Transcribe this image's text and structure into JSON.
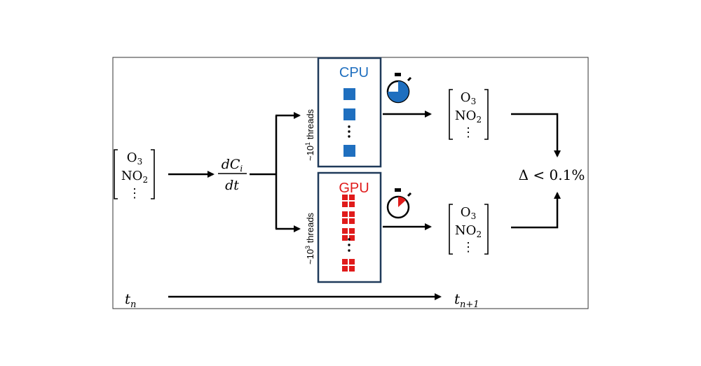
{
  "input_vector": {
    "rows": [
      "O",
      "NO",
      "⋮"
    ],
    "subs": [
      "3",
      "2",
      ""
    ]
  },
  "derivative": {
    "numerator": "dC",
    "numerator_sub": "i",
    "denominator": "dt"
  },
  "cpu": {
    "label": "CPU",
    "threads": "~10",
    "threads_exp": "1",
    "threads_word": " threads",
    "color": "#1f6fbf"
  },
  "gpu": {
    "label": "GPU",
    "threads": "~10",
    "threads_exp": "3",
    "threads_word": " threads",
    "color": "#e01b1b"
  },
  "cpu_output_vector": {
    "rows": [
      "O",
      "NO",
      "⋮"
    ],
    "subs": [
      "3",
      "2",
      ""
    ]
  },
  "gpu_output_vector": {
    "rows": [
      "O",
      "NO",
      "⋮"
    ],
    "subs": [
      "3",
      "2",
      ""
    ]
  },
  "comparison": "Δ < 0.1%",
  "time_start": {
    "base": "t",
    "sub": "n"
  },
  "time_end": {
    "base": "t",
    "sub": "n+1"
  },
  "colors": {
    "frame": "#1f3a5a",
    "arrow": "#000000"
  }
}
